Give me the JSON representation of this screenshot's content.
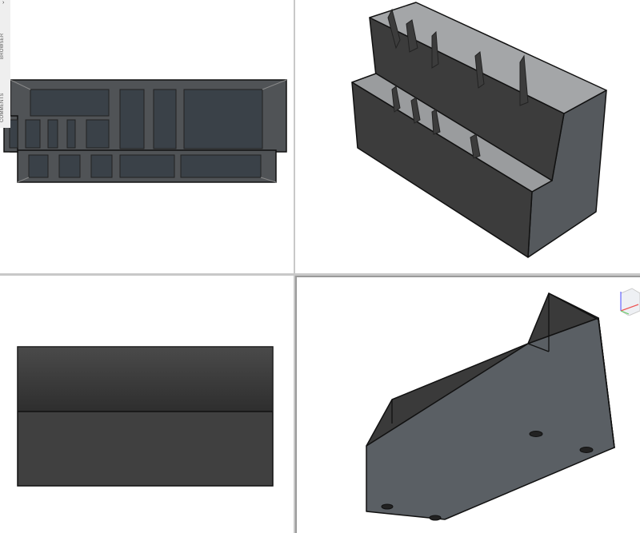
{
  "side_panel": {
    "tabs": [
      {
        "label": "BROWSER"
      },
      {
        "label": "COMMENTS"
      }
    ],
    "collapse_icon": "chevron-right-icon"
  },
  "viewports": [
    {
      "view": "top"
    },
    {
      "view": "isometric"
    },
    {
      "view": "front"
    },
    {
      "view": "bottom-isometric",
      "view_cube_icon": "view-cube-icon"
    }
  ],
  "colors": {
    "model_dark": "#3c3c3c",
    "model_side": "#55595d",
    "interior": "#9a9c9e",
    "edge": "#111111"
  }
}
